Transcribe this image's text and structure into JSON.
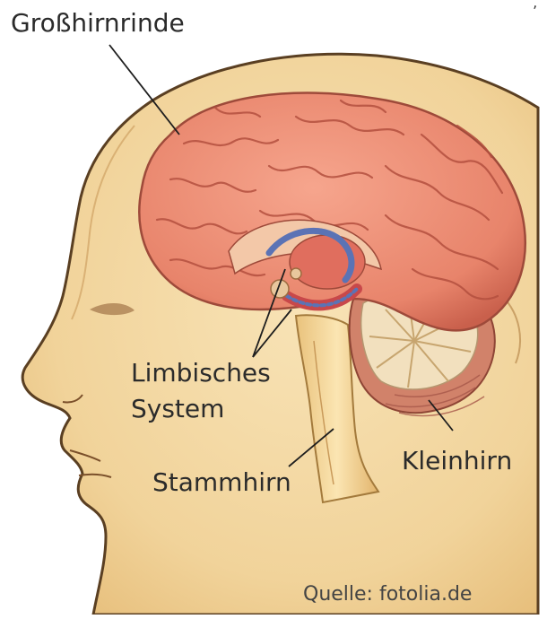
{
  "labels": {
    "cortex": "Großhirnrinde",
    "limbic_line1": "Limbisches",
    "limbic_line2": "System",
    "brainstem": "Stammhirn",
    "cerebellum": "Kleinhirn"
  },
  "source": "Quelle: fotolia.de",
  "colors": {
    "skin": "#f2d59b",
    "skin_edge": "#5a3f22",
    "brain": "#e98a72",
    "brain_dark": "#b8503f",
    "cerebellum": "#f2e0be",
    "stem": "#f6d99a",
    "limbic_blue": "#5b73b5",
    "limbic_red": "#c8484a"
  }
}
